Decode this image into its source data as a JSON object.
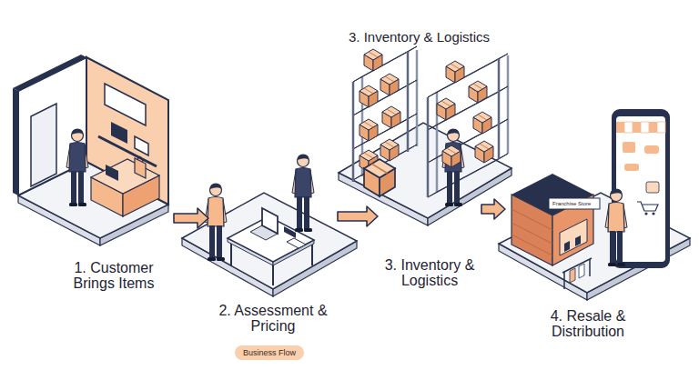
{
  "diagram": {
    "nodes": [
      {
        "text": [
          "1. Customer Brings Items"
        ]
      },
      {
        "text": [
          "2. Assessment & Pricing"
        ]
      },
      {
        "text": [
          "3. Inventory & Logistics"
        ]
      },
      {
        "text": [
          "4. Resale & Distribution"
        ]
      },
      {
        "text": [
          "Business Flow"
        ]
      }
    ],
    "edges": [
      {
        "from": 0,
        "to": 1,
        "arrow": "to"
      },
      {
        "from": 1,
        "to": 2,
        "arrow": "to"
      },
      {
        "from": 2,
        "to": 3,
        "arrow": "to"
      }
    ],
    "labels": [
      "3. Inventory & Logistics",
      "Franchise Store"
    ]
  }
}
